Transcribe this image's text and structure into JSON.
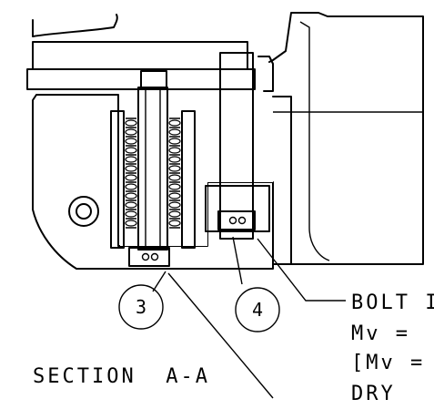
{
  "callouts": [
    {
      "number": "3"
    },
    {
      "number": "4"
    }
  ],
  "section_label": "SECTION  A-A",
  "note_lines": [
    "BOLT I",
    "Mv =",
    "[Mv =",
    "DRY"
  ]
}
